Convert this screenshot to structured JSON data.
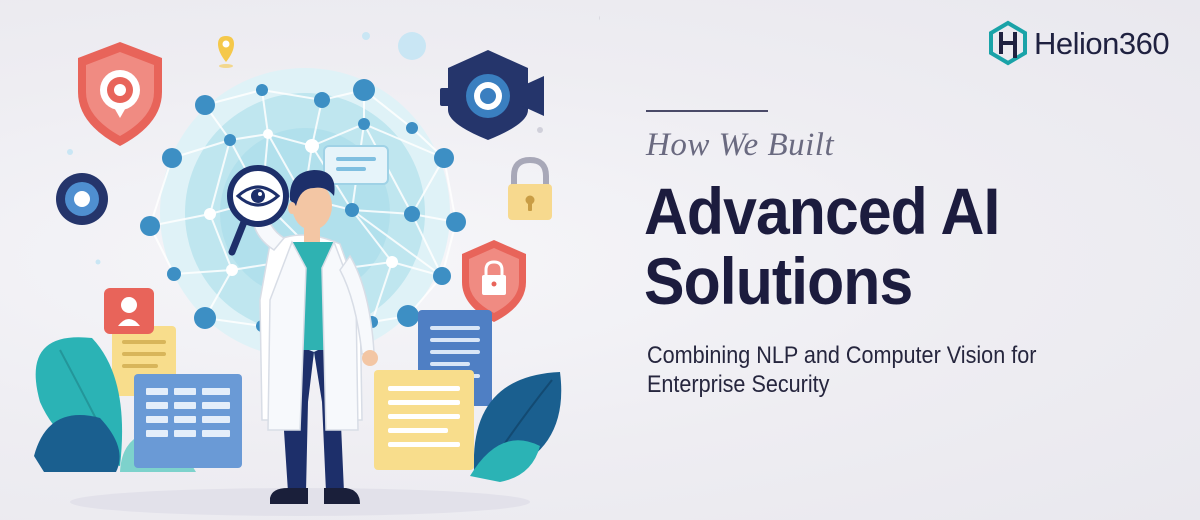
{
  "brand": {
    "name_word": "Helion",
    "name_number": "360",
    "colors": {
      "teal": "#1aa3a8",
      "navy": "#1f2140"
    }
  },
  "hero": {
    "eyebrow": "How We Built",
    "headline_line1": "Advanced AI",
    "headline_line2": "Solutions",
    "subtitle": "Combining NLP and Computer Vision for Enterprise Security",
    "colors": {
      "headline": "#1c1c3e",
      "eyebrow": "#6a6a80",
      "divider": "#4a4a68"
    }
  },
  "illustration": {
    "icons": [
      "shield-target-icon",
      "location-pin-icon",
      "security-camera-icon",
      "eye-icon",
      "padlock-icon",
      "shield-lock-icon",
      "chat-bubble-icon",
      "magnifier-eye-icon",
      "user-badge-icon",
      "document-icon",
      "leaf-icon"
    ],
    "colors": {
      "globe": "#bfe6ef",
      "node": "#3d8fc4",
      "shield_red": "#e8645a",
      "navy": "#25356b",
      "yellow": "#f8dd8c",
      "teal": "#2bb3b5",
      "blue_doc": "#4f7fc4"
    }
  }
}
